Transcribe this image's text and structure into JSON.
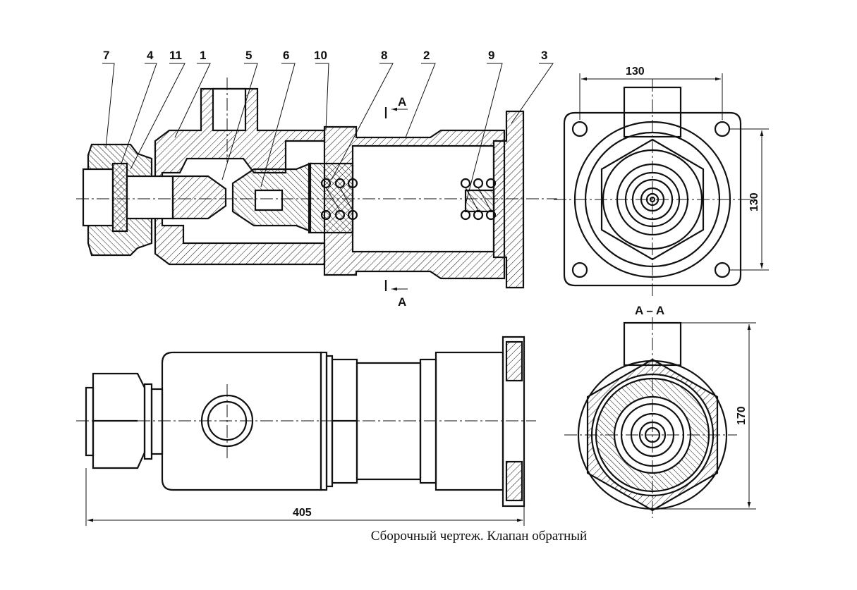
{
  "caption": "Сборочный чертеж. Клапан обратный",
  "part_numbers": [
    "7",
    "4",
    "11",
    "1",
    "5",
    "6",
    "10",
    "8",
    "2",
    "9",
    "3"
  ],
  "section": {
    "cut_letter_top": "A",
    "cut_letter_bottom": "A",
    "section_title": "A – A"
  },
  "dimensions": {
    "flange_width": "130",
    "flange_height": "130",
    "total_length": "405",
    "section_height": "170"
  }
}
